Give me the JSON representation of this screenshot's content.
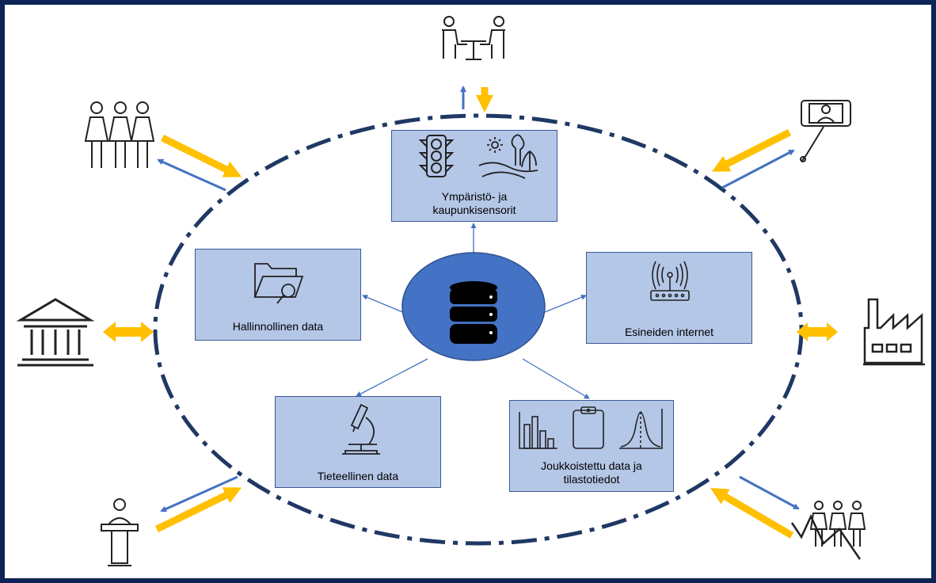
{
  "nodes": {
    "environment": {
      "line1": "Ympäristö- ja",
      "line2": "kaupunkisensorit"
    },
    "administrative": {
      "label": "Hallinnollinen data"
    },
    "iot": {
      "label": "Esineiden internet"
    },
    "scientific": {
      "label": "Tieteellinen data"
    },
    "crowdsourced": {
      "line1": "Joukkoistettu data ja",
      "line2": "tilastotiedot"
    }
  },
  "center": {
    "icon": "database-icon"
  },
  "actors": [
    "people-meeting-icon",
    "group-women-icon",
    "selfie-stick-icon",
    "government-building-icon",
    "factory-icon",
    "speaker-podium-icon",
    "crowd-trend-icon"
  ],
  "colors": {
    "border": "#0d2456",
    "box_fill": "#b4c7e7",
    "center": "#4472c4",
    "arrow_blue": "#4472c4",
    "arrow_yellow": "#ffc000",
    "ellipse": "#1f3864"
  }
}
